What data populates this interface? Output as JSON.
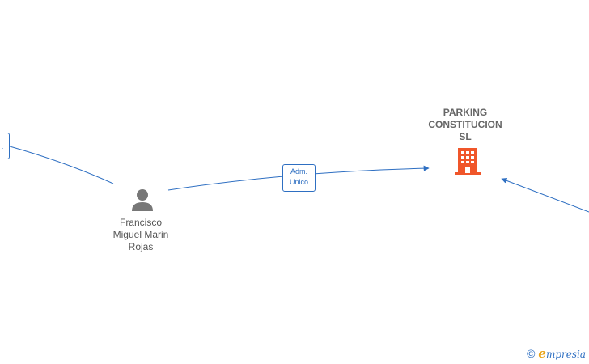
{
  "nodes": {
    "person": {
      "name_lines": [
        "Francisco",
        "Miguel Marin",
        "Rojas"
      ]
    },
    "company": {
      "name_lines": [
        "PARKING",
        "CONSTITUCION",
        "SL"
      ]
    }
  },
  "edges": {
    "person_to_company": {
      "label_lines": [
        "Adm.",
        "Unico"
      ]
    },
    "left_partial": {
      "label_lines": [
        "."
      ]
    }
  },
  "watermark": {
    "copyright_symbol": "©",
    "brand_initial": "e",
    "brand_rest": "mpresia"
  },
  "colors": {
    "edge": "#2e6fc2",
    "company_icon": "#f0562a",
    "person_icon": "#777777"
  },
  "icons": {
    "person": "person-icon",
    "company": "building-icon"
  }
}
